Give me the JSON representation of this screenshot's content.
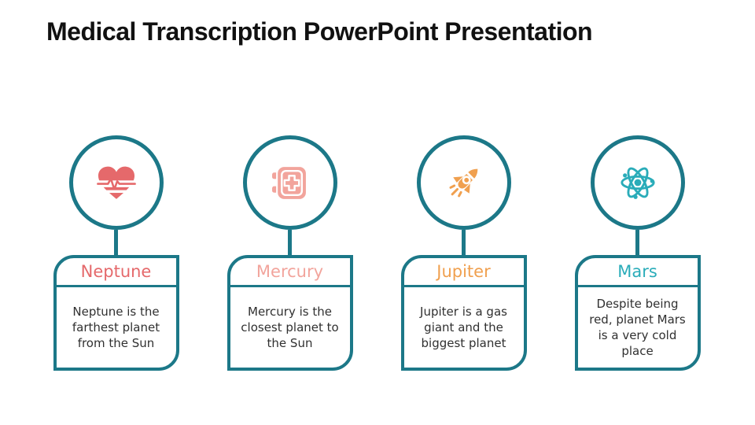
{
  "slide": {
    "title": "Medical Transcription PowerPoint Presentation"
  },
  "theme": {
    "background": "#ffffff",
    "outline_teal": "#1C7888",
    "title_color": "#111111",
    "body_text_color": "#303030"
  },
  "columns": [
    {
      "title": "Neptune",
      "accent": "#E5696B",
      "icon": "heartbeat-heart-icon",
      "icon_color": "#E5696B",
      "body": "Neptune is the\nfarthest planet\nfrom the Sun"
    },
    {
      "title": "Mercury",
      "accent": "#F2A49C",
      "icon": "medical-book-icon",
      "icon_color": "#F2A49C",
      "body": "Mercury is the\nclosest planet to\nthe Sun"
    },
    {
      "title": "Jupiter",
      "accent": "#F0A04F",
      "icon": "rocket-icon",
      "icon_color": "#F0A04F",
      "body": "Jupiter is a gas\ngiant and the\nbiggest planet"
    },
    {
      "title": "Mars",
      "accent": "#2AACB9",
      "icon": "atom-icon",
      "icon_color": "#2AACB9",
      "body": "Despite being\nred, planet Mars\nis a very cold\nplace"
    }
  ]
}
